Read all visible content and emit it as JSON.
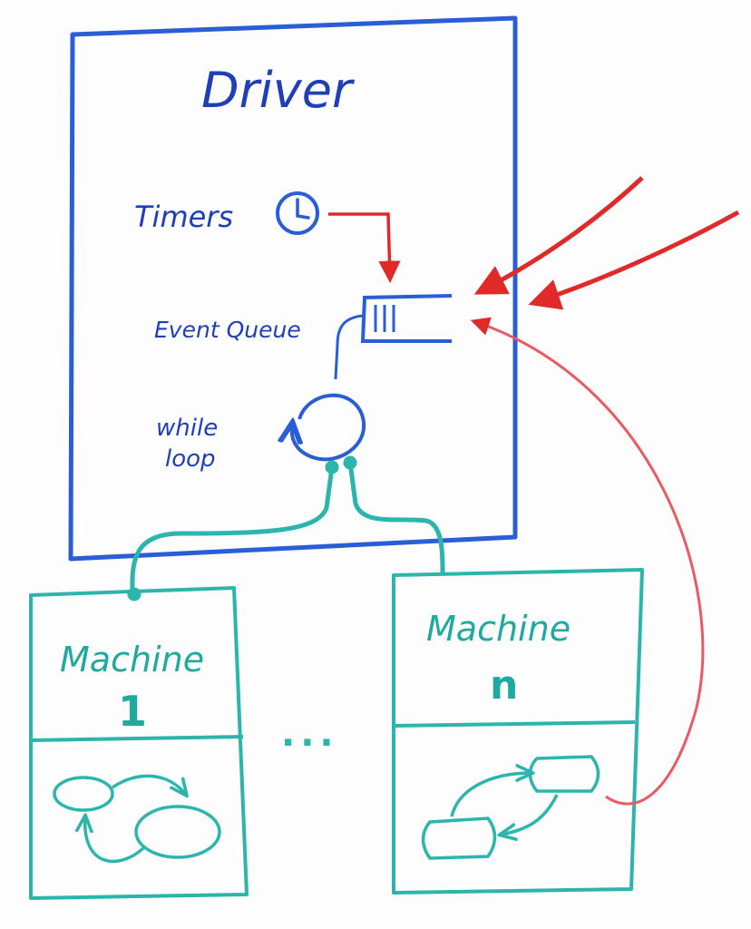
{
  "driver": {
    "title": "Driver"
  },
  "labels": {
    "timers": "Timers",
    "event_queue": "Event Queue",
    "while_loop_line1": "while",
    "while_loop_line2": "loop"
  },
  "machines": [
    {
      "title": "Machine",
      "subtitle": "1"
    },
    {
      "title": "Machine",
      "subtitle": "n"
    }
  ],
  "ellipsis": "...",
  "colors": {
    "driver": "#2a5ed6",
    "text_blue": "#1f3fb8",
    "machine": "#2bb5ad",
    "arrow": "#e02a2a",
    "arrow_light": "#ea5a62",
    "board": "#fdfdfd"
  },
  "icons": {
    "timer": "clock-icon",
    "queue": "queue-icon",
    "loop": "loop-arrow-icon"
  }
}
